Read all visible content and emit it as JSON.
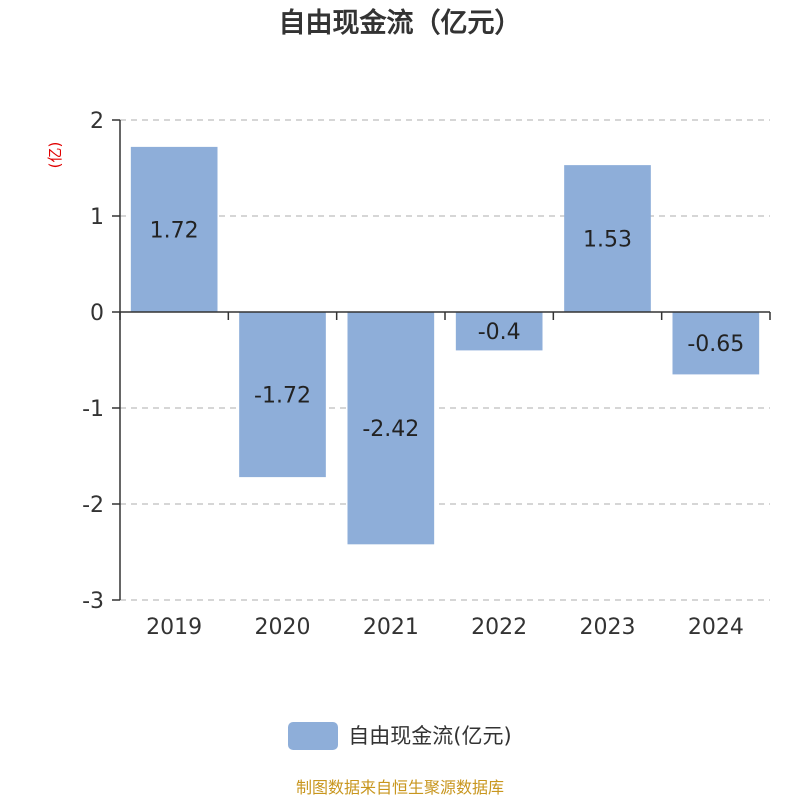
{
  "colors": {
    "bar": "#8eaed9",
    "grid": "#c8c8c8",
    "axis": "#333333",
    "unit": "#e00000",
    "source": "#c8961e"
  },
  "chart_data": {
    "type": "bar",
    "title": "自由现金流（亿元）",
    "ylabel": "(亿)",
    "categories": [
      "2019",
      "2020",
      "2021",
      "2022",
      "2023",
      "2024"
    ],
    "series": [
      {
        "name": "自由现金流(亿元)",
        "values": [
          1.72,
          -1.72,
          -2.42,
          -0.4,
          1.53,
          -0.65
        ],
        "labels": [
          "1.72",
          "-1.72",
          "-2.42",
          "-0.4",
          "1.53",
          "-0.65"
        ]
      }
    ],
    "ylim": [
      -3,
      2
    ],
    "yticks": [
      "2",
      "1",
      "0",
      "-1",
      "-2",
      "-3"
    ],
    "grid": true,
    "legend_position": "bottom"
  },
  "legend": {
    "label": "自由现金流(亿元)"
  },
  "footer": {
    "source": "制图数据来自恒生聚源数据库"
  }
}
